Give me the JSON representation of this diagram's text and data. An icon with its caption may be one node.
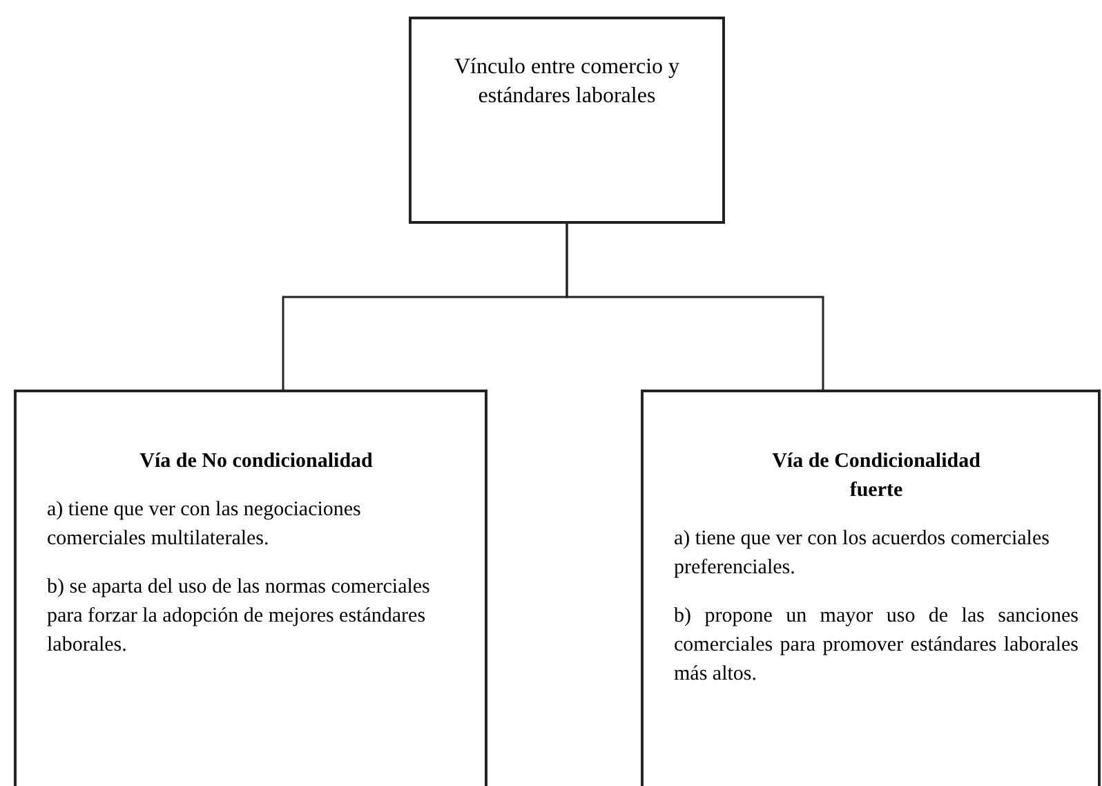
{
  "diagram": {
    "nodes": [
      {
        "text": [
          "Vínculo entre comercio y estándares laborales"
        ]
      },
      {
        "text": [
          "Vía de No condicionalidad",
          "a) tiene que ver con las negociaciones comerciales multilaterales.",
          "b) se aparta del uso de las normas comerciales para forzar la adopción de mejores estándares laborales."
        ]
      },
      {
        "text": [
          "Vía de Condicionalidad fuerte",
          "a) tiene que ver con los acuerdos comerciales preferenciales.",
          "b) propone un mayor uso de las sanciones comerciales para promover estándares laborales más altos."
        ]
      }
    ],
    "edges": [
      {
        "from": 0,
        "to": 1,
        "arrow": "none"
      },
      {
        "from": 0,
        "to": 2,
        "arrow": "none"
      }
    ]
  }
}
